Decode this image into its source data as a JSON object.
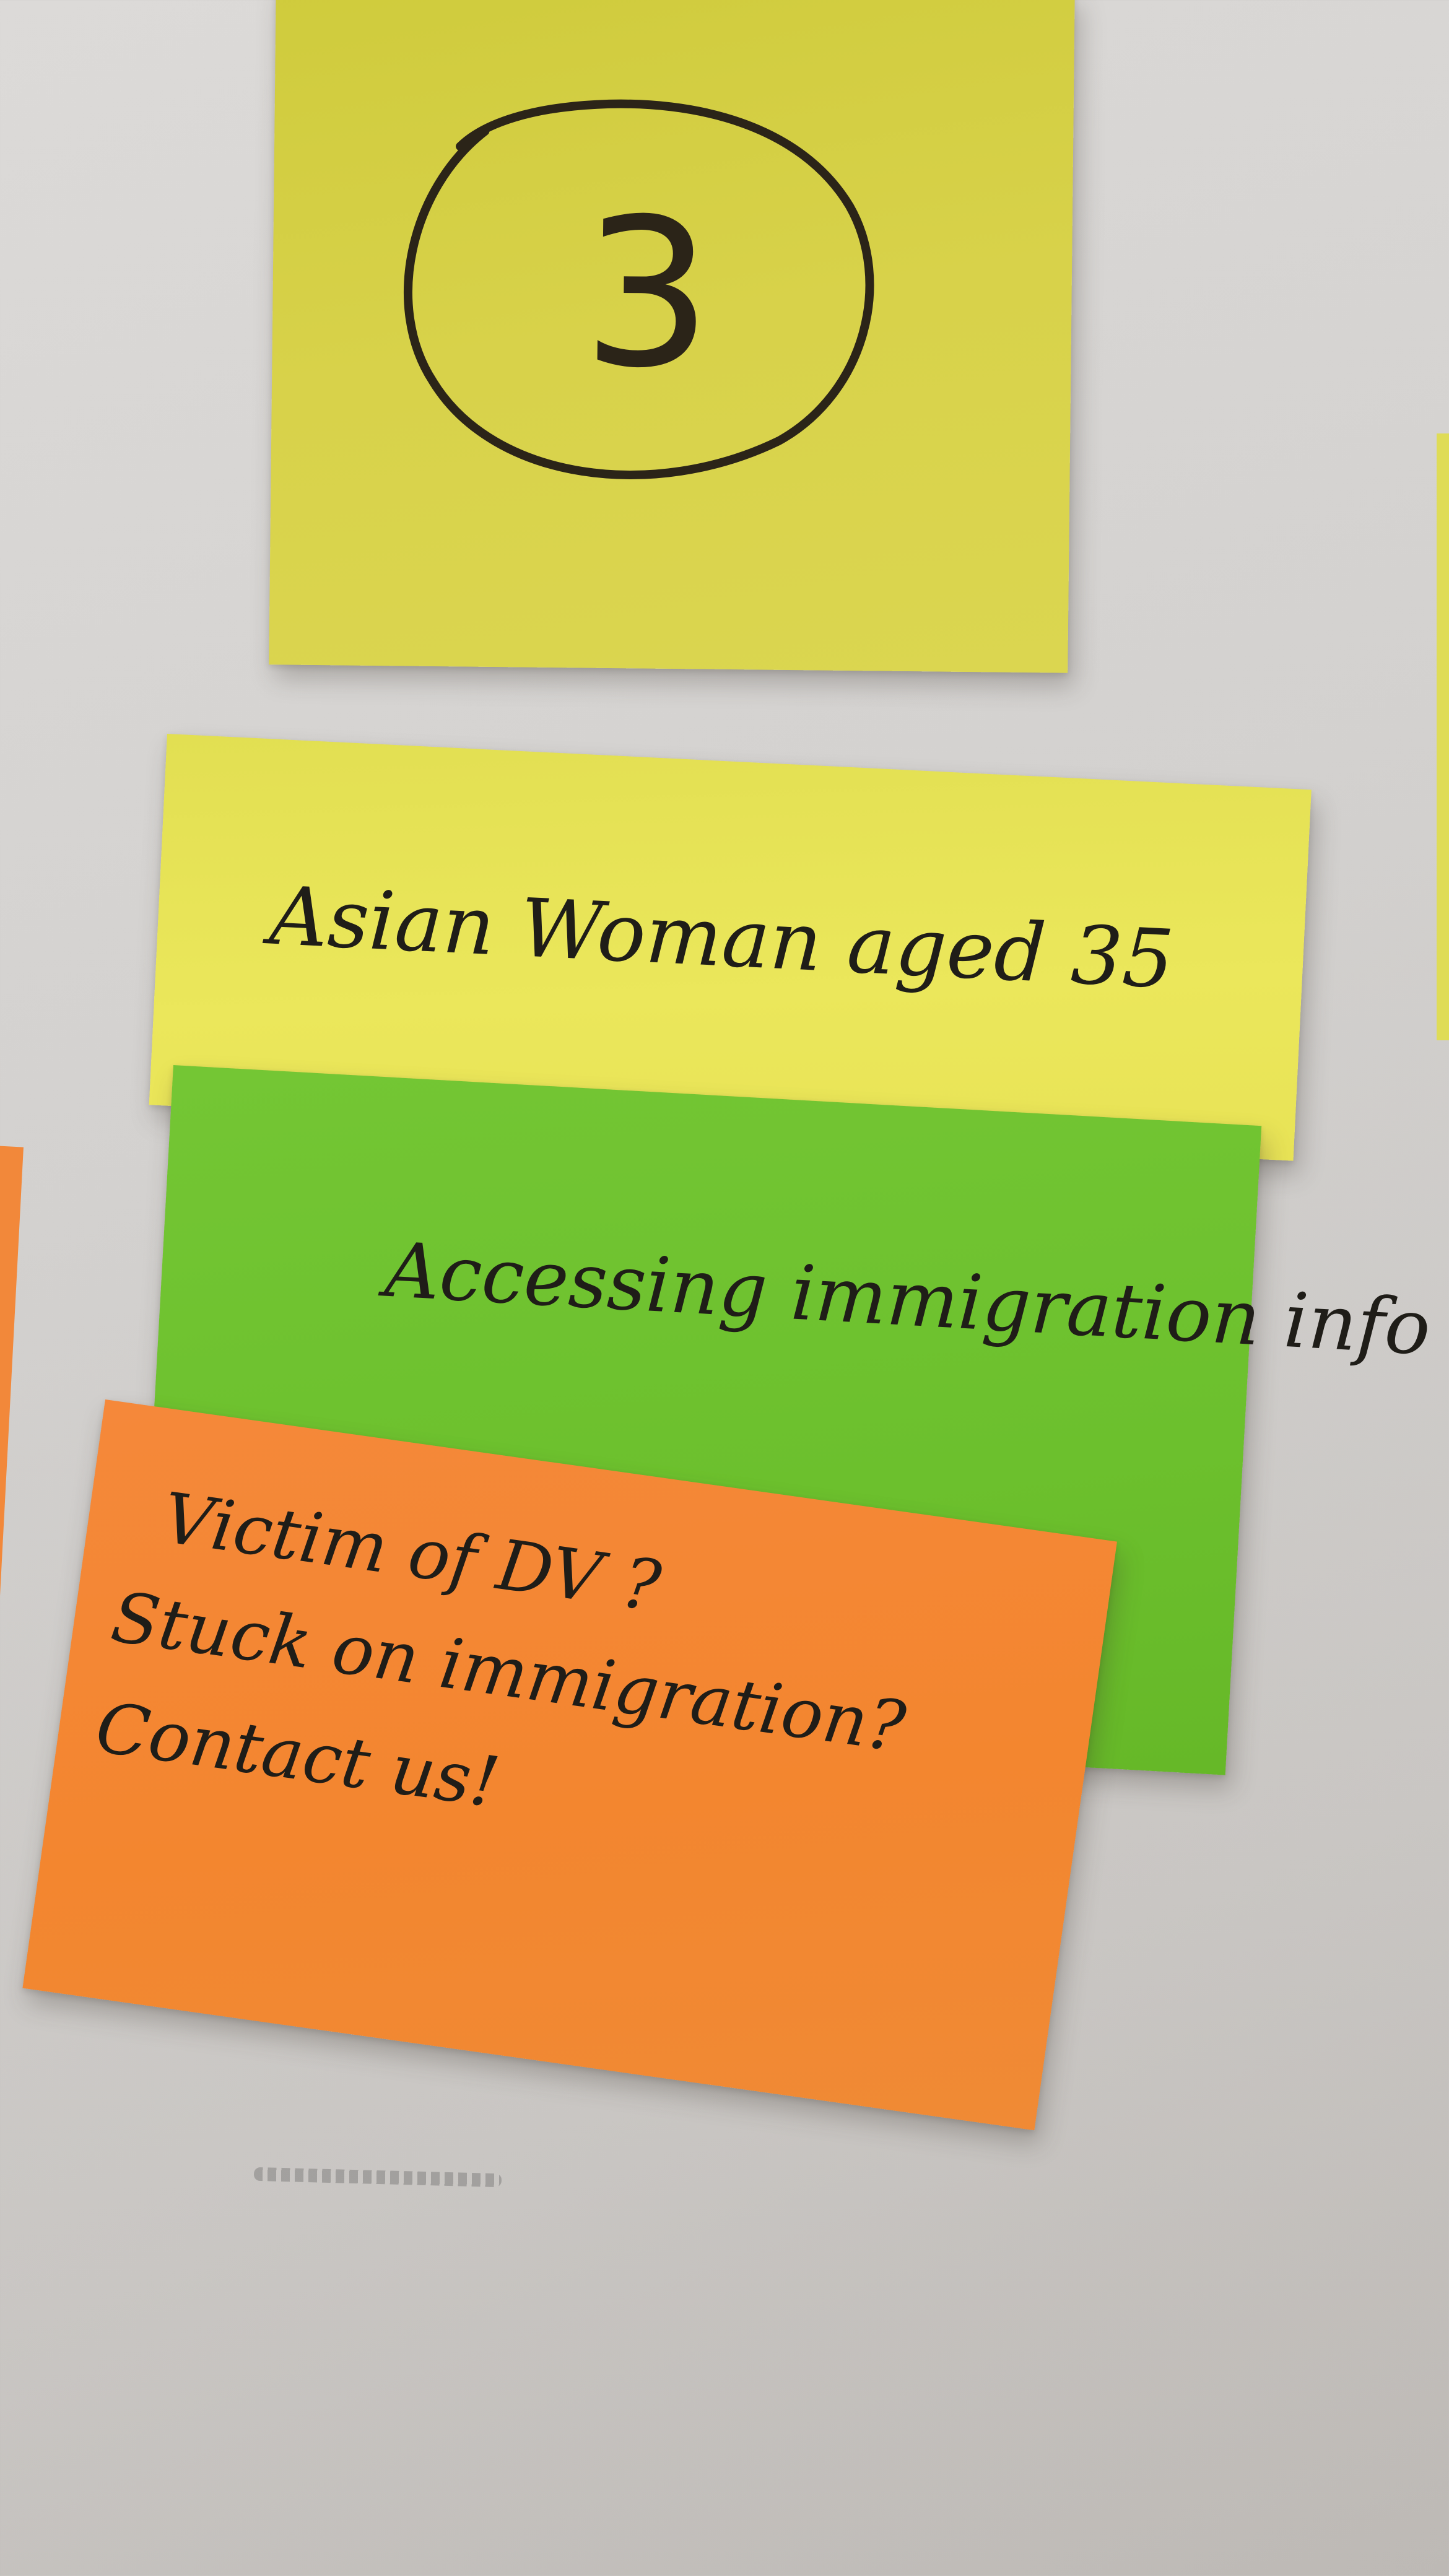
{
  "sticky_notes": [
    {
      "id": "note-circle",
      "text": "3",
      "color": "#d8d24a",
      "shape_note": "handwritten digit enclosed in a drawn circle"
    },
    {
      "id": "note-yellow",
      "text": "Asian Woman aged 35",
      "color": "#ebe75b"
    },
    {
      "id": "note-green",
      "text": "Accessing immigration info",
      "color": "#6cc02d"
    },
    {
      "id": "note-orange",
      "lines": [
        "Victim of DV ?",
        "Stuck on immigration?",
        "Contact us!"
      ],
      "color": "#f3862f"
    }
  ],
  "ink_color": "#1f1d18",
  "wall_color": "#d3d1cf"
}
